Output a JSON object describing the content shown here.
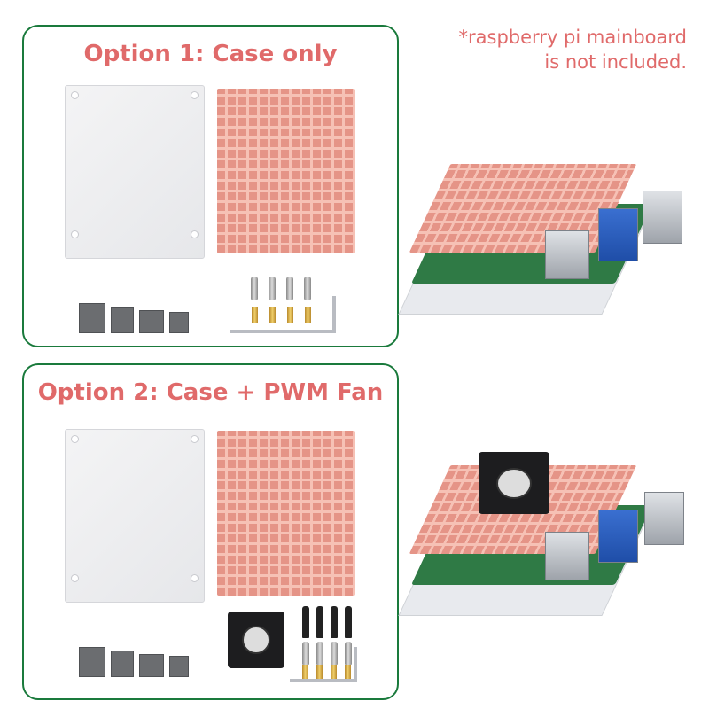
{
  "note": {
    "line1": "*raspberry pi mainboard",
    "line2": "is not included."
  },
  "option1": {
    "title": "Option 1: Case only"
  },
  "option2": {
    "title": "Option 2: Case + PWM Fan"
  },
  "colors": {
    "title_red": "#e06a6a",
    "border_green": "#1a7a3c",
    "heatsink_copper": "#e59487"
  }
}
